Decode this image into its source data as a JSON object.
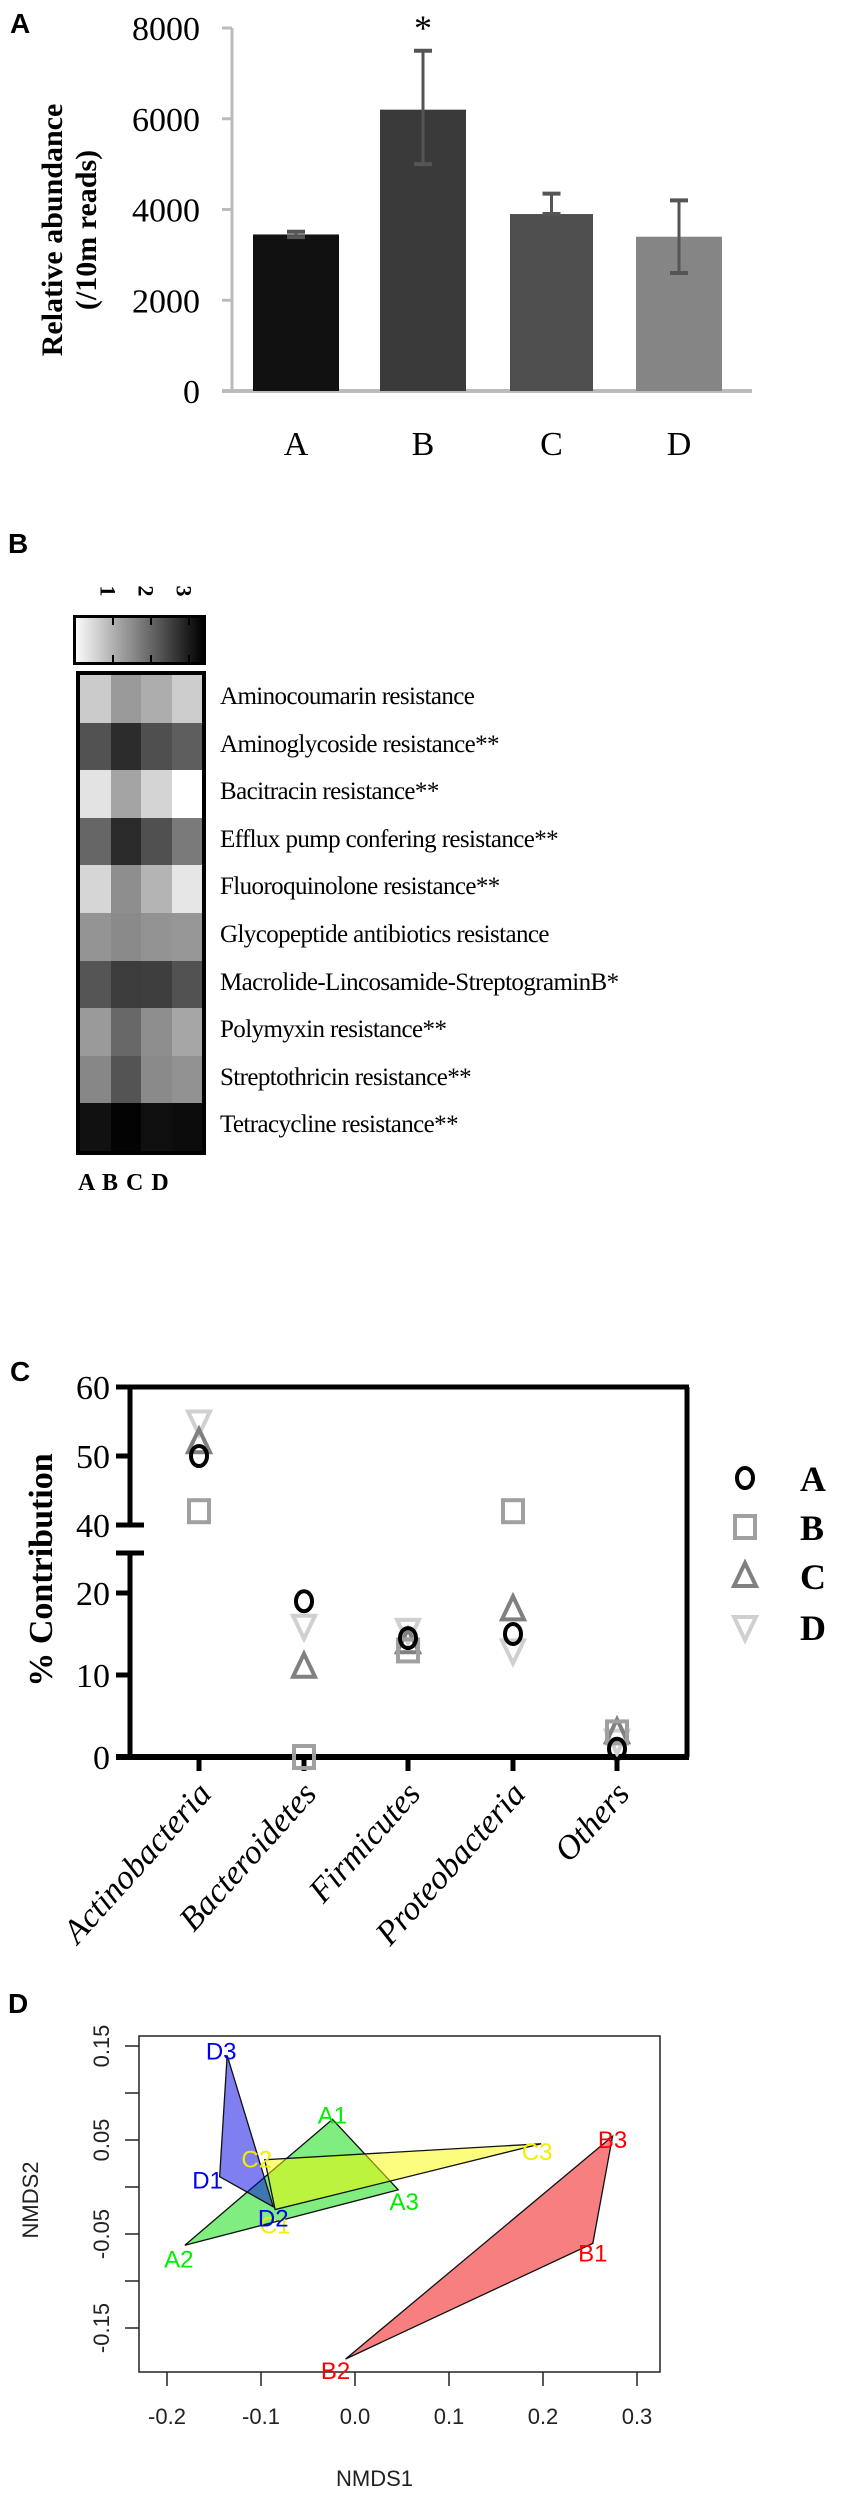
{
  "panels": {
    "a": {
      "label": "A"
    },
    "b": {
      "label": "B"
    },
    "c": {
      "label": "C"
    },
    "d": {
      "label": "D"
    }
  },
  "chart_data": [
    {
      "panel": "A",
      "type": "bar",
      "title": "",
      "xlabel": "",
      "ylabel": "Relative abundance (/10m reads)",
      "ylabel_lines": [
        "Relative abundance",
        "(/10m reads)"
      ],
      "categories": [
        "A",
        "B",
        "C",
        "D"
      ],
      "values": [
        3450,
        6200,
        3900,
        3400
      ],
      "error_low": [
        3390,
        5000,
        3900,
        2600
      ],
      "error_high": [
        3510,
        7500,
        4350,
        4200
      ],
      "bar_colors": [
        "#111111",
        "#3a3a3a",
        "#4e4e4e",
        "#858585"
      ],
      "annotations": [
        {
          "category": "B",
          "text": "*"
        }
      ],
      "yticks": [
        "0",
        "2000",
        "4000",
        "6000",
        "8000"
      ],
      "ylim": [
        0,
        8000
      ]
    },
    {
      "panel": "B",
      "type": "heatmap",
      "columns": [
        "A",
        "B",
        "C",
        "D"
      ],
      "colorbar": {
        "ticks": [
          "1",
          "2",
          "3"
        ],
        "low_color": "#ffffff",
        "high_color": "#000000"
      },
      "rows": [
        {
          "label": "Aminocoumarin resistance",
          "colors": [
            "#cbcbcb",
            "#9a9a9a",
            "#adadad",
            "#cccccc"
          ]
        },
        {
          "label": "Aminoglycoside resistance**",
          "colors": [
            "#525252",
            "#2c2c2c",
            "#4f4f4f",
            "#5e5e5e"
          ]
        },
        {
          "label": "Bacitracin resistance**",
          "colors": [
            "#e3e3e3",
            "#a4a4a4",
            "#d4d4d4",
            "#ffffff"
          ]
        },
        {
          "label": "Efflux pump confering resistance**",
          "colors": [
            "#666666",
            "#2a2a2a",
            "#505050",
            "#7a7a7a"
          ]
        },
        {
          "label": "Fluoroquinolone resistance**",
          "colors": [
            "#d6d6d6",
            "#8e8e8e",
            "#b4b4b4",
            "#e6e6e6"
          ]
        },
        {
          "label": "Glycopeptide antibiotics resistance",
          "colors": [
            "#949494",
            "#8a8a8a",
            "#939393",
            "#969696"
          ]
        },
        {
          "label": "Macrolide-Lincosamide-StreptograminB*",
          "colors": [
            "#555555",
            "#3c3c3c",
            "#3e3e3e",
            "#525252"
          ]
        },
        {
          "label": "Polymyxin resistance**",
          "colors": [
            "#9a9a9a",
            "#686868",
            "#8e8e8e",
            "#a6a6a6"
          ]
        },
        {
          "label": "Streptothricin resistance**",
          "colors": [
            "#878787",
            "#545454",
            "#8a8a8a",
            "#929292"
          ]
        },
        {
          "label": "Tetracycline resistance**",
          "colors": [
            "#111111",
            "#030303",
            "#0f0f0f",
            "#0c0c0c"
          ]
        }
      ],
      "column_label_text": "A B C D"
    },
    {
      "panel": "C",
      "type": "scatter",
      "ylabel": "% Contribution",
      "categories": [
        "Actinobacteria",
        "Bacteroidetes",
        "Firmicutes",
        "Proteobacteria",
        "Others"
      ],
      "series": [
        {
          "name": "A",
          "marker": "circle",
          "color": "#000000",
          "values": [
            50,
            19,
            14.5,
            15,
            1
          ]
        },
        {
          "name": "B",
          "marker": "square",
          "color": "#a0a0a0",
          "values": [
            42,
            0,
            13,
            42,
            3
          ]
        },
        {
          "name": "C",
          "marker": "triangle-up",
          "color": "#808080",
          "values": [
            52,
            11,
            14,
            18,
            3
          ]
        },
        {
          "name": "D",
          "marker": "triangle-down",
          "color": "#d0d0d0",
          "values": [
            55,
            16,
            15.5,
            13,
            2
          ]
        }
      ],
      "yticks_upper": [
        "40",
        "50",
        "60"
      ],
      "yticks_lower": [
        "0",
        "10",
        "20"
      ],
      "axis_break": [
        20,
        40
      ],
      "ylim": [
        0,
        60
      ],
      "legend_position": "right"
    },
    {
      "panel": "D",
      "type": "scatter",
      "xlabel": "NMDS1",
      "ylabel": "NMDS2",
      "xticks": [
        "-0.2",
        "-0.1",
        "0.0",
        "0.1",
        "0.2",
        "0.3"
      ],
      "yticks": [
        "-0.15",
        "-0.05",
        "0.05",
        "0.15"
      ],
      "xlim": [
        -0.23,
        0.325
      ],
      "ylim": [
        -0.197,
        0.161
      ],
      "groups": [
        {
          "name": "A",
          "color": "#00ee00",
          "fill": "rgba(0,220,0,0.5)",
          "points": [
            {
              "label": "A1",
              "x": -0.024,
              "y": 0.072
            },
            {
              "label": "A2",
              "x": -0.181,
              "y": -0.062
            },
            {
              "label": "A3",
              "x": 0.046,
              "y": -0.003
            }
          ]
        },
        {
          "name": "B",
          "color": "#ff0000",
          "fill": "rgba(240,0,0,0.5)",
          "points": [
            {
              "label": "B1",
              "x": 0.253,
              "y": -0.06
            },
            {
              "label": "B2",
              "x": -0.01,
              "y": -0.183
            },
            {
              "label": "B3",
              "x": 0.274,
              "y": 0.054
            }
          ]
        },
        {
          "name": "C",
          "color": "#eeee00",
          "fill": "rgba(250,250,0,0.5)",
          "points": [
            {
              "label": "C1",
              "x": -0.085,
              "y": -0.024
            },
            {
              "label": "C2",
              "x": -0.096,
              "y": 0.029
            },
            {
              "label": "C3",
              "x": 0.198,
              "y": 0.046
            }
          ]
        },
        {
          "name": "D",
          "color": "#0000ee",
          "fill": "rgba(0,0,230,0.5)",
          "points": [
            {
              "label": "D1",
              "x": -0.144,
              "y": 0.011
            },
            {
              "label": "D2",
              "x": -0.087,
              "y": -0.021
            },
            {
              "label": "D3",
              "x": -0.136,
              "y": 0.14
            }
          ]
        }
      ]
    }
  ]
}
